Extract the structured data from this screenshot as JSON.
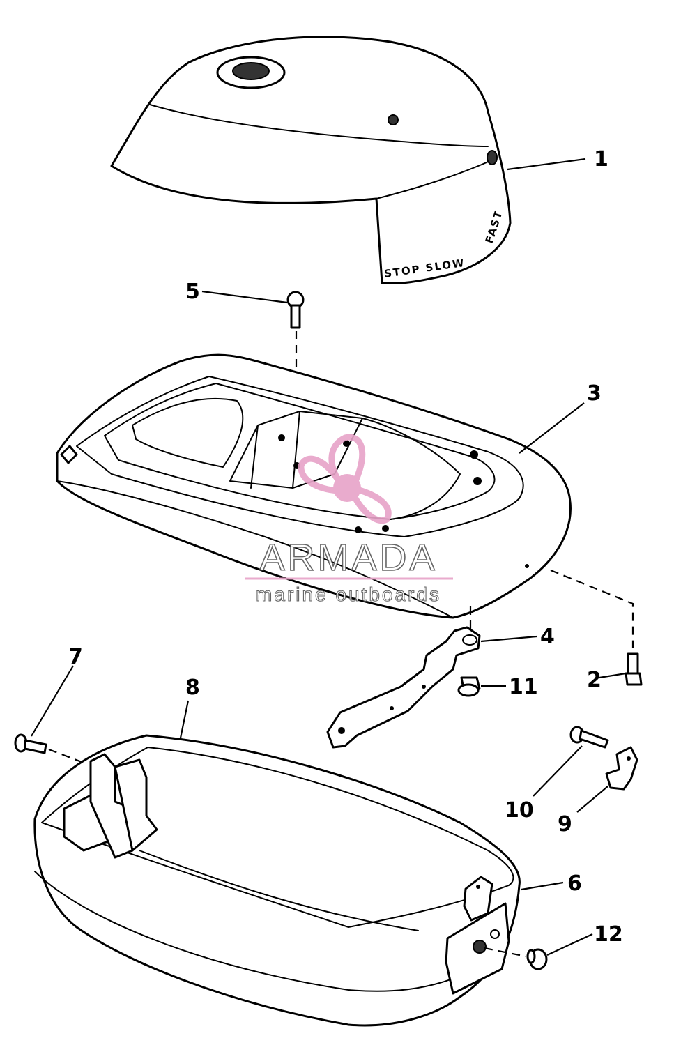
{
  "diagram": {
    "callouts": {
      "c1": "1",
      "c2": "2",
      "c3": "3",
      "c4": "4",
      "c5": "5",
      "c6": "6",
      "c7": "7",
      "c8": "8",
      "c9": "9",
      "c10": "10",
      "c11": "11",
      "c12": "12"
    },
    "cover_decal": {
      "front": "STOP SLOW",
      "side": "FAST"
    }
  },
  "watermark": {
    "title": "ARMADA",
    "subtitle": "marine outboards",
    "accent_color": "#e7a3c8",
    "line_color": "#555555"
  }
}
